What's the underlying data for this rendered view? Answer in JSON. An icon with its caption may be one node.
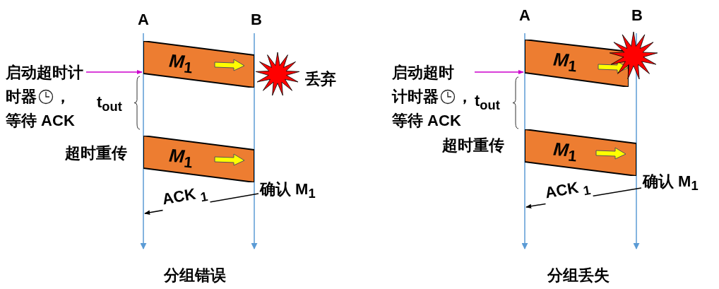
{
  "diagram": {
    "nodes": [
      {
        "text": [
          "启动超时计时器",
          "，等待 ACK"
        ]
      },
      {
        "text": [
          "*M*$_{1}$"
        ]
      },
      {
        "text": [],
        "shape": "star",
        "beside": [
          "丢弃"
        ]
      },
      {
        "text": [
          "*M*$_{1}$"
        ]
      },
      {
        "text": [
          "确认 M$_{1}$"
        ]
      },
      {
        "text": [
          "启动超时",
          "计时器",
          "，等待 ACK"
        ]
      },
      {
        "text": [
          "*M*$_{1}$"
        ]
      },
      {
        "text": [],
        "shape": "star"
      },
      {
        "text": [
          "*M*$_{1}$"
        ]
      },
      {
        "text": [
          "确认 M$_{1}$"
        ]
      }
    ],
    "edges": [
      {
        "from": 0,
        "to": 1,
        "arrow": "to",
        "color": "#cc00cc"
      },
      {
        "from": 4,
        "to": null,
        "arrow": "to",
        "label": "ACK $_{1}$",
        "color": "#000000"
      },
      {
        "from": 5,
        "to": 6,
        "arrow": "to",
        "color": "#cc00cc"
      },
      {
        "from": 9,
        "to": null,
        "arrow": "to",
        "label": "ACK $_{1}$",
        "color": "#000000"
      }
    ],
    "labels": [
      "A",
      "B",
      "t$_{out}$",
      "超时重传",
      "分组错误",
      "A",
      "B",
      "t$_{out}$",
      "超时重传",
      "分组丢失"
    ]
  }
}
